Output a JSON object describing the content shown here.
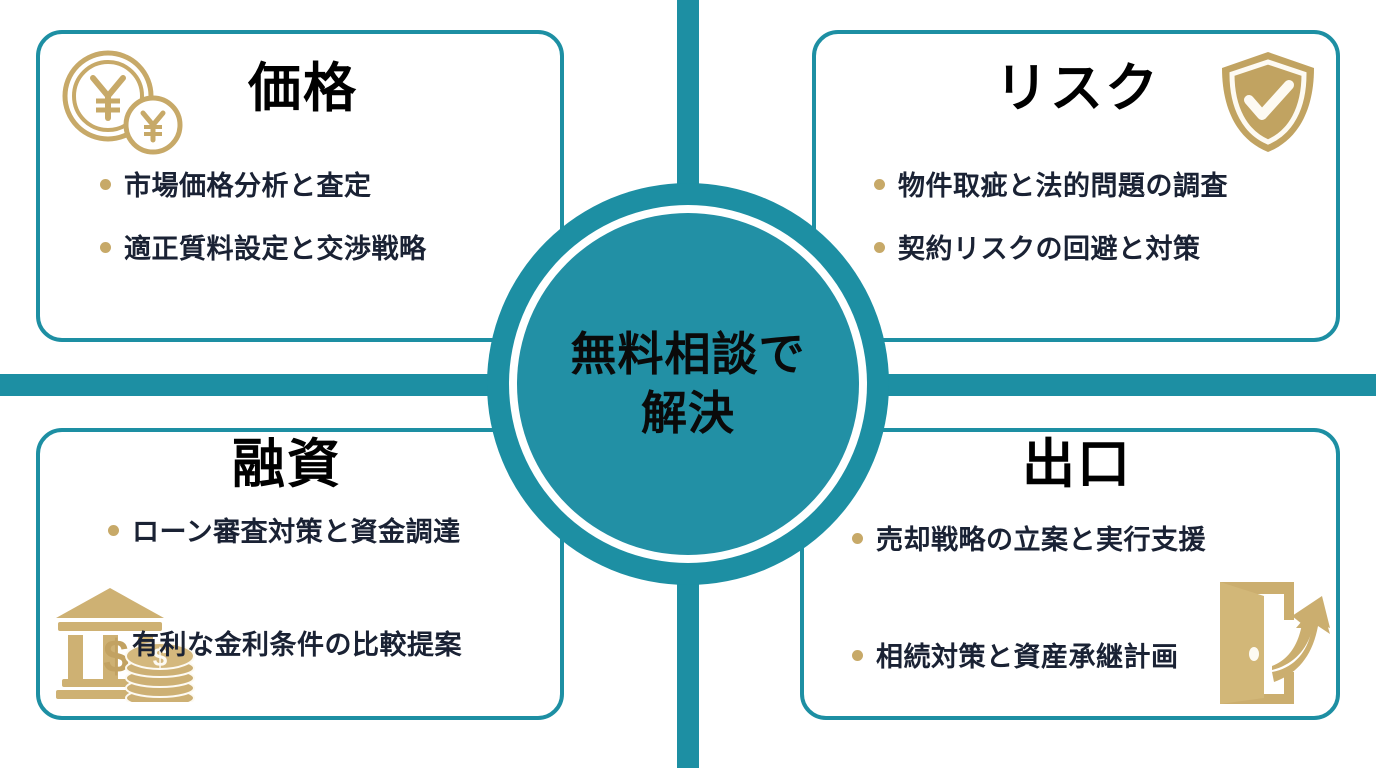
{
  "colors": {
    "teal": "#1d8fa3",
    "teal_inner": "#2290a5",
    "gold": "#c7a968",
    "text_dark": "#1a2234",
    "title_black": "#000000",
    "white": "#ffffff"
  },
  "center": {
    "line1": "無料相談で",
    "line2": "解決"
  },
  "quadrants": [
    {
      "key": "price",
      "title": "価格",
      "icon": "yen-coins-icon",
      "bullets": [
        {
          "text": "市場価格分析と査定",
          "dot_visible": true
        },
        {
          "text": "適正質料設定と交渉戦略",
          "dot_visible": true
        }
      ]
    },
    {
      "key": "risk",
      "title": "リスク",
      "icon": "shield-check-icon",
      "bullets": [
        {
          "text": "物件取疵と法的問題の調査",
          "dot_visible": true
        },
        {
          "text": "契約リスクの回避と対策",
          "dot_visible": true
        }
      ]
    },
    {
      "key": "financing",
      "title": "融資",
      "icon": "bank-money-icon",
      "bullets": [
        {
          "text": "ローン審査対策と資金調達",
          "dot_visible": true
        },
        {
          "text": "有利な金利条件の比較提案",
          "dot_visible": false
        }
      ]
    },
    {
      "key": "exit",
      "title": "出口",
      "icon": "exit-door-arrow-icon",
      "bullets": [
        {
          "text": "売却戦略の立案と実行支援",
          "dot_visible": true
        },
        {
          "text": "相続対策と資産承継計画",
          "dot_visible": true
        }
      ]
    }
  ]
}
